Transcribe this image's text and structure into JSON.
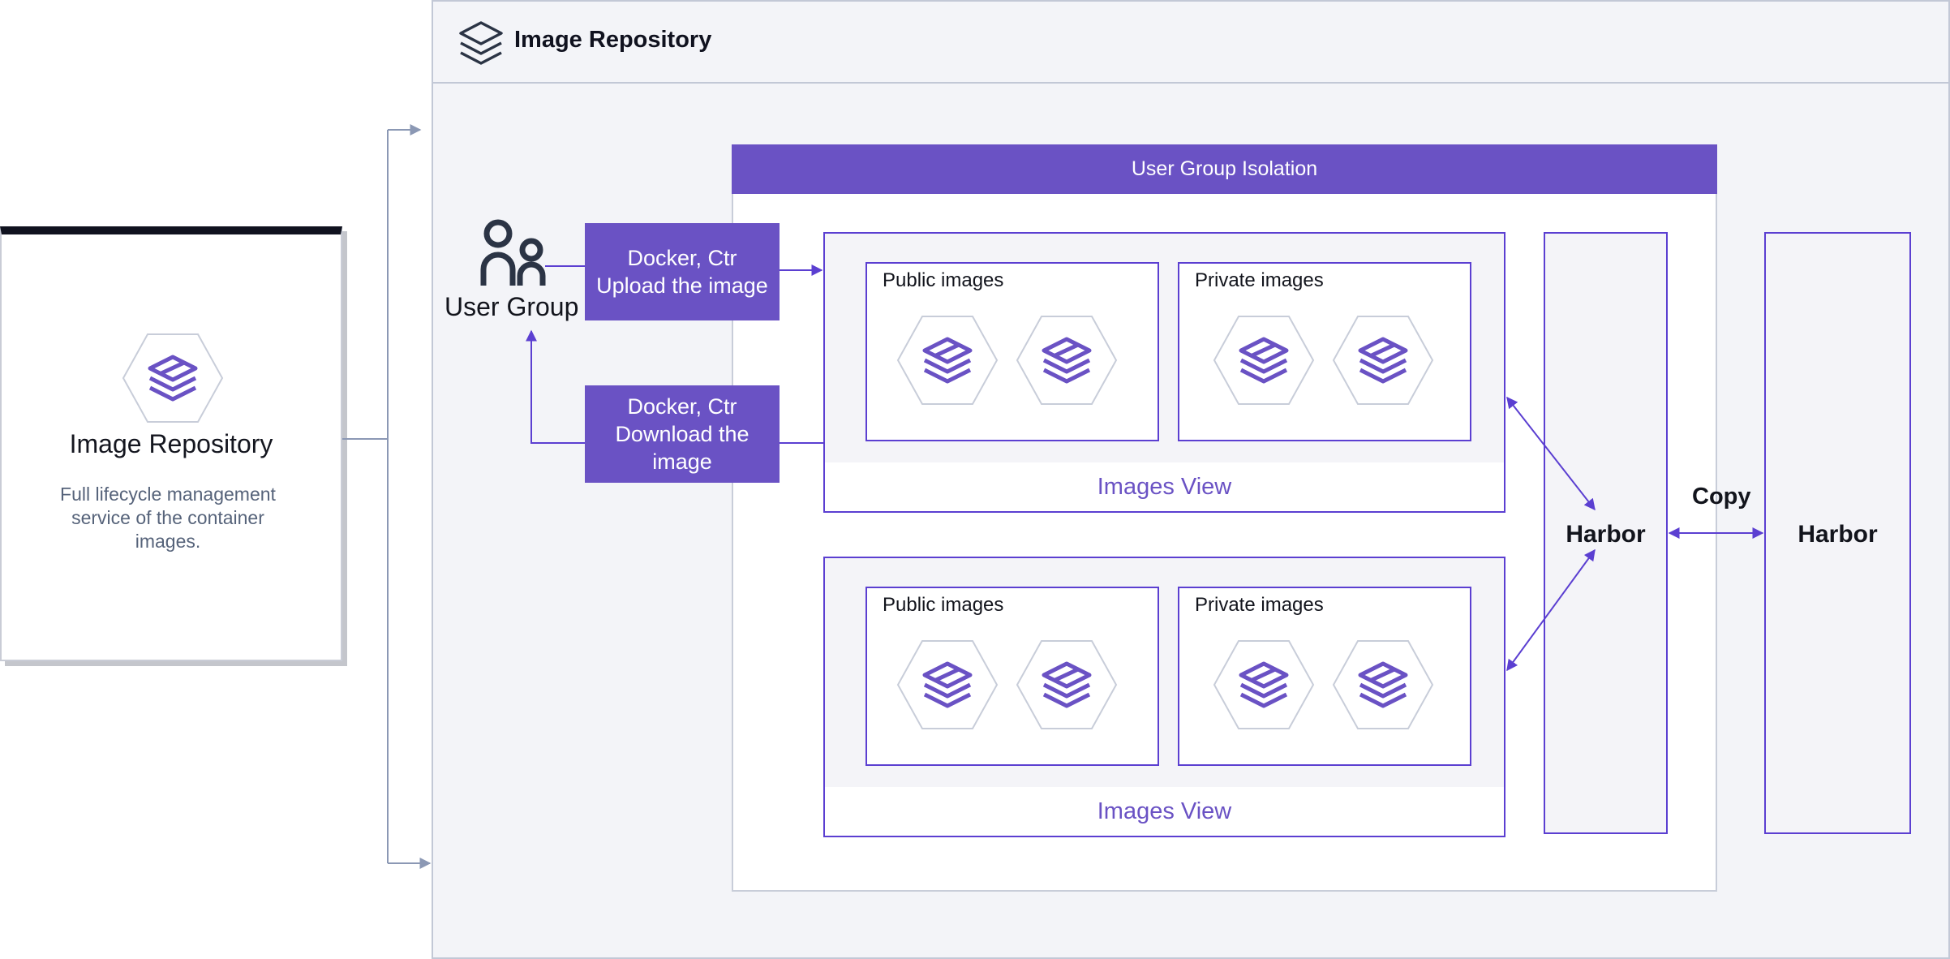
{
  "colors": {
    "accent": "#6a52c4",
    "line_purple": "#5b3fd1",
    "line_gray": "#8b98b4",
    "panel_bg": "#f3f4f8",
    "card_top_bar": "#10121f"
  },
  "left_card": {
    "title": "Image Repository",
    "description": "Full lifecycle management service of the container images.",
    "icon": "container-image-icon"
  },
  "main": {
    "header_title": "Image Repository",
    "header_icon": "layers-icon"
  },
  "isolation": {
    "title": "User Group Isolation"
  },
  "user_group": {
    "label": "User Group",
    "icon": "user-group-icon"
  },
  "actions": {
    "upload": {
      "line1": "Docker, Ctr",
      "line2": "Upload the image"
    },
    "download": {
      "line1": "Docker, Ctr",
      "line2": "Download the image"
    }
  },
  "views": [
    {
      "label": "Images View",
      "public_label": "Public images",
      "private_label": "Private images"
    },
    {
      "label": "Images View",
      "public_label": "Public images",
      "private_label": "Private images"
    }
  ],
  "harbor": {
    "left_label": "Harbor",
    "right_label": "Harbor",
    "copy_label": "Copy"
  }
}
